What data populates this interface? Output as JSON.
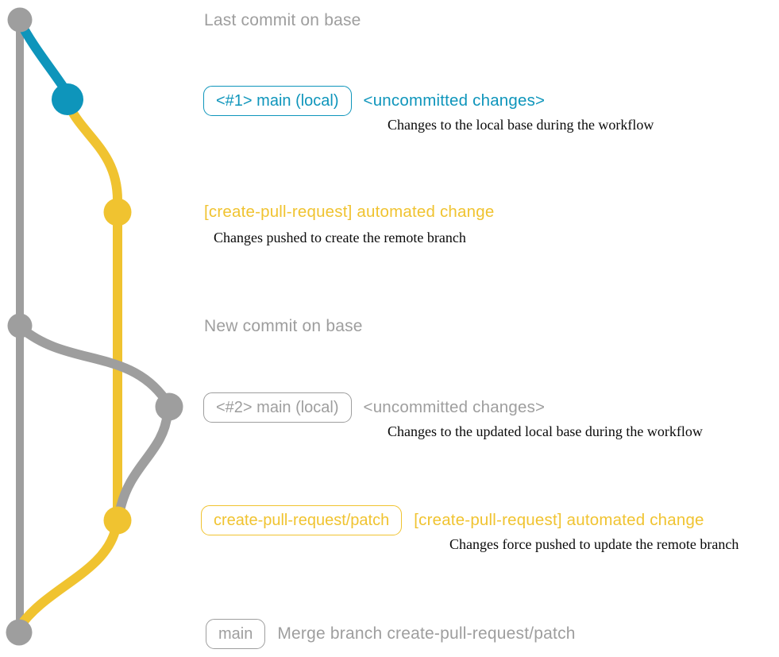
{
  "colors": {
    "gray": "#9E9E9E",
    "blue": "#0E95BB",
    "gold": "#F0C330"
  },
  "rows": {
    "top_commit": {
      "label": "Last commit on base"
    },
    "local1": {
      "badge": "<#1> main (local)",
      "heading": "<uncommitted changes>",
      "caption": "Changes to the local base during the workflow"
    },
    "patch1": {
      "heading": "[create-pull-request] automated change",
      "caption": "Changes pushed to create the remote branch"
    },
    "new_commit": {
      "label": "New commit on base"
    },
    "local2": {
      "badge": "<#2> main (local)",
      "heading": "<uncommitted changes>",
      "caption": "Changes to the updated local base during the workflow"
    },
    "patch2": {
      "badge": "create-pull-request/patch",
      "heading": "[create-pull-request] automated change",
      "caption": "Changes force pushed to update the remote branch"
    },
    "merge_commit": {
      "badge": "main",
      "label": "Merge branch create-pull-request/patch"
    }
  },
  "graph": {
    "branches": [
      "base",
      "main-local",
      "create-pull-request/patch"
    ],
    "node_icons": [
      "commit-node-icon",
      "commit-node-icon",
      "commit-node-icon",
      "commit-node-icon",
      "commit-node-icon",
      "commit-node-icon",
      "commit-node-icon"
    ]
  }
}
